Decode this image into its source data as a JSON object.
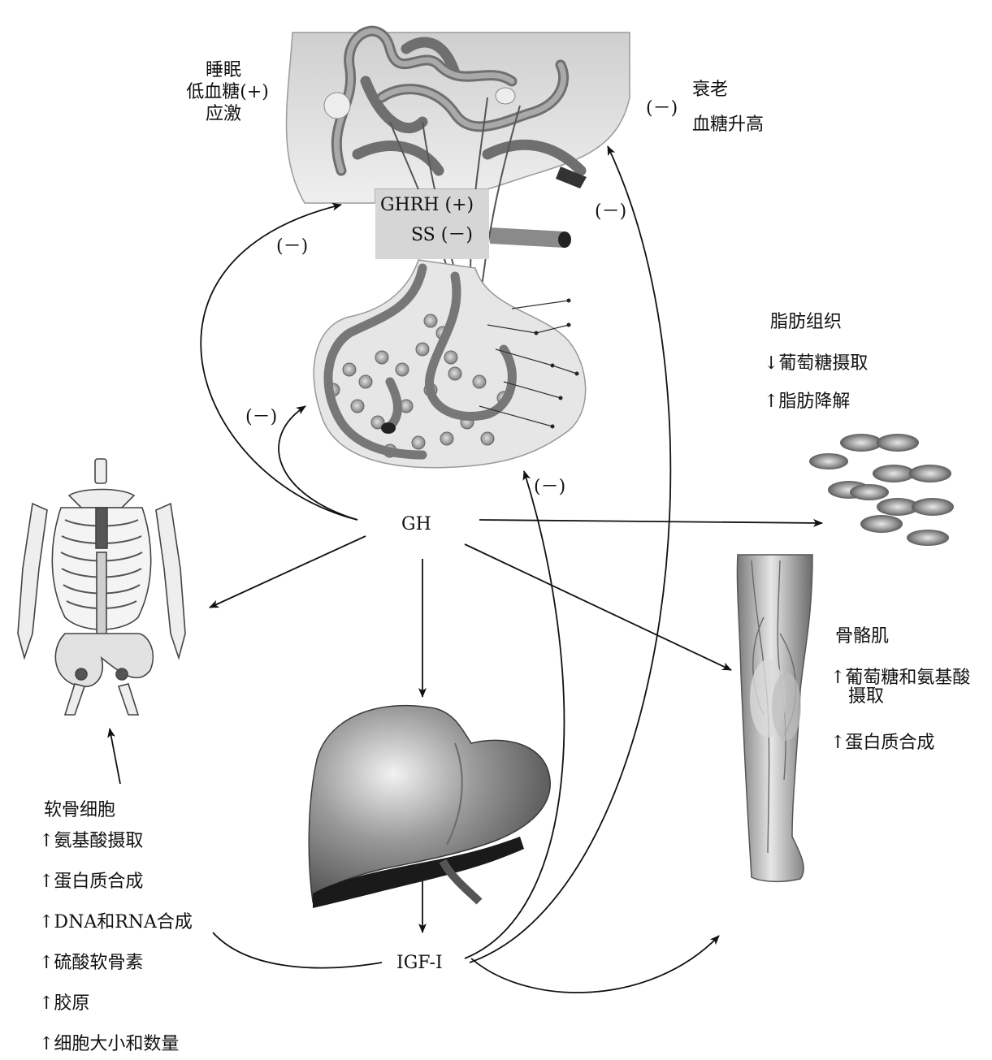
{
  "hypothalamus": {
    "stimuli": [
      "睡眠",
      "低血糖(+)",
      "应激"
    ],
    "inhibitors_sign": "(－)",
    "inhibitors": [
      "衰老",
      "血糖升高"
    ],
    "ghrh_label": "GHRH (+)",
    "ss_label": "SS (－)"
  },
  "feedback_signs": {
    "ghrh_loop": "(－)",
    "pituitary_loop": "(－)",
    "igf_to_hypothalamus": "(－)",
    "igf_to_pituitary": "(－)"
  },
  "gh_label": "GH",
  "igf_label": "IGF-I",
  "adipose": {
    "title": "脂肪组织",
    "effects": [
      "↓葡萄糖摄取",
      "↑脂肪降解"
    ]
  },
  "muscle": {
    "title": "骨骼肌",
    "effects": [
      "↑葡萄糖和氨基酸",
      "摄取",
      "↑蛋白质合成"
    ]
  },
  "cartilage": {
    "title": "软骨细胞",
    "effects": [
      "↑氨基酸摄取",
      "↑蛋白质合成",
      "↑DNA和RNA合成",
      "↑硫酸软骨素",
      "↑胶原",
      "↑细胞大小和数量"
    ]
  }
}
